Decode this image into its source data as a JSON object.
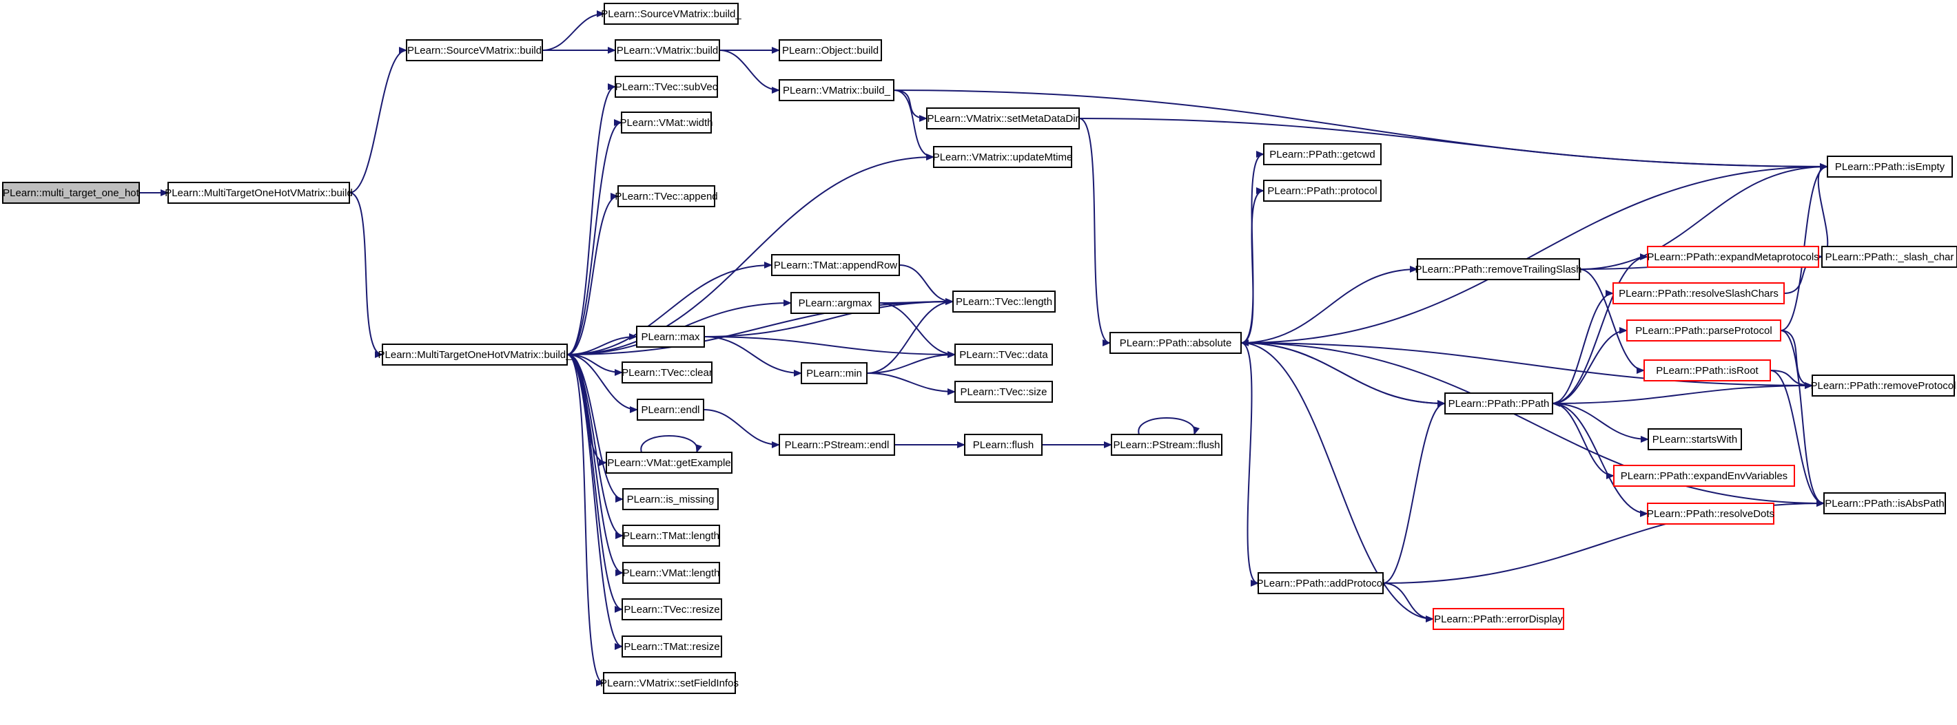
{
  "colors": {
    "edge": "#191970",
    "node_border": "#000000",
    "node_border_truncated": "#ff0000",
    "root_fill": "#bfbfbf",
    "node_fill": "#ffffff"
  },
  "nodes": {
    "multi_target_one_hot": {
      "label": "PLearn::multi_target_one_hot",
      "root": true
    },
    "mtoh_build": {
      "label": "PLearn::MultiTargetOneHotVMatrix::build"
    },
    "mtoh_build_": {
      "label": "PLearn::MultiTargetOneHotVMatrix::build_"
    },
    "source_build": {
      "label": "PLearn::SourceVMatrix::build"
    },
    "source_build_": {
      "label": "PLearn::SourceVMatrix::build_"
    },
    "vmatrix_build": {
      "label": "PLearn::VMatrix::build"
    },
    "object_build": {
      "label": "PLearn::Object::build"
    },
    "vmatrix_build_": {
      "label": "PLearn::VMatrix::build_"
    },
    "set_meta_data_dir": {
      "label": "PLearn::VMatrix::setMetaDataDir"
    },
    "update_mtime": {
      "label": "PLearn::VMatrix::updateMtime"
    },
    "tvec_subvec": {
      "label": "PLearn::TVec::subVec"
    },
    "vmat_width": {
      "label": "PLearn::VMat::width"
    },
    "tvec_append": {
      "label": "PLearn::TVec::append"
    },
    "tmat_append_row": {
      "label": "PLearn::TMat::appendRow"
    },
    "argmax": {
      "label": "PLearn::argmax"
    },
    "tvec_length": {
      "label": "PLearn::TVec::length"
    },
    "max": {
      "label": "PLearn::max"
    },
    "min": {
      "label": "PLearn::min"
    },
    "tvec_data": {
      "label": "PLearn::TVec::data"
    },
    "tvec_clear": {
      "label": "PLearn::TVec::clear"
    },
    "tvec_size": {
      "label": "PLearn::TVec::size"
    },
    "endl": {
      "label": "PLearn::endl"
    },
    "pstream_endl": {
      "label": "PLearn::PStream::endl"
    },
    "flush": {
      "label": "PLearn::flush"
    },
    "pstream_flush": {
      "label": "PLearn::PStream::flush"
    },
    "vmat_get_example": {
      "label": "PLearn::VMat::getExample"
    },
    "is_missing": {
      "label": "PLearn::is_missing"
    },
    "tmat_length": {
      "label": "PLearn::TMat::length"
    },
    "vmat_length": {
      "label": "PLearn::VMat::length"
    },
    "tvec_resize": {
      "label": "PLearn::TVec::resize"
    },
    "tmat_resize": {
      "label": "PLearn::TMat::resize"
    },
    "set_field_infos": {
      "label": "PLearn::VMatrix::setFieldInfos"
    },
    "getcwd": {
      "label": "PLearn::PPath::getcwd"
    },
    "protocol": {
      "label": "PLearn::PPath::protocol"
    },
    "absolute": {
      "label": "PLearn::PPath::absolute"
    },
    "remove_trailing_slash": {
      "label": "PLearn::PPath::removeTrailingSlash"
    },
    "ppath_ctor": {
      "label": "PLearn::PPath::PPath"
    },
    "add_protocol": {
      "label": "PLearn::PPath::addProtocol"
    },
    "error_display": {
      "label": "PLearn::PPath::errorDisplay",
      "truncated": true
    },
    "expand_metaprotocols": {
      "label": "PLearn::PPath::expandMetaprotocols",
      "truncated": true
    },
    "resolve_slash_chars": {
      "label": "PLearn::PPath::resolveSlashChars",
      "truncated": true
    },
    "parse_protocol": {
      "label": "PLearn::PPath::parseProtocol",
      "truncated": true
    },
    "is_root": {
      "label": "PLearn::PPath::isRoot",
      "truncated": true
    },
    "starts_with": {
      "label": "PLearn::startsWith"
    },
    "expand_env_variables": {
      "label": "PLearn::PPath::expandEnvVariables",
      "truncated": true
    },
    "resolve_dots": {
      "label": "PLearn::PPath::resolveDots",
      "truncated": true
    },
    "is_empty": {
      "label": "PLearn::PPath::isEmpty"
    },
    "slash_char": {
      "label": "PLearn::PPath::_slash_char"
    },
    "remove_protocol": {
      "label": "PLearn::PPath::removeProtocol"
    },
    "is_abs_path": {
      "label": "PLearn::PPath::isAbsPath"
    }
  },
  "edges": [
    [
      "multi_target_one_hot",
      "mtoh_build"
    ],
    [
      "mtoh_build",
      "source_build"
    ],
    [
      "mtoh_build",
      "mtoh_build_"
    ],
    [
      "source_build",
      "source_build_"
    ],
    [
      "source_build",
      "vmatrix_build"
    ],
    [
      "vmatrix_build",
      "object_build"
    ],
    [
      "vmatrix_build",
      "vmatrix_build_"
    ],
    [
      "vmatrix_build_",
      "set_meta_data_dir"
    ],
    [
      "vmatrix_build_",
      "update_mtime"
    ],
    [
      "vmatrix_build_",
      "is_empty"
    ],
    [
      "set_meta_data_dir",
      "is_empty"
    ],
    [
      "set_meta_data_dir",
      "absolute"
    ],
    [
      "mtoh_build_",
      "tvec_subvec"
    ],
    [
      "mtoh_build_",
      "vmat_width"
    ],
    [
      "mtoh_build_",
      "update_mtime"
    ],
    [
      "mtoh_build_",
      "tvec_append"
    ],
    [
      "mtoh_build_",
      "tmat_append_row"
    ],
    [
      "mtoh_build_",
      "tvec_length"
    ],
    [
      "mtoh_build_",
      "argmax"
    ],
    [
      "mtoh_build_",
      "max"
    ],
    [
      "mtoh_build_",
      "tvec_clear"
    ],
    [
      "mtoh_build_",
      "endl"
    ],
    [
      "mtoh_build_",
      "vmat_get_example"
    ],
    [
      "mtoh_build_",
      "is_missing"
    ],
    [
      "mtoh_build_",
      "tmat_length"
    ],
    [
      "mtoh_build_",
      "vmat_length"
    ],
    [
      "mtoh_build_",
      "tvec_resize"
    ],
    [
      "mtoh_build_",
      "tmat_resize"
    ],
    [
      "mtoh_build_",
      "set_field_infos"
    ],
    [
      "tmat_append_row",
      "tvec_length"
    ],
    [
      "argmax",
      "tvec_length"
    ],
    [
      "argmax",
      "tvec_data"
    ],
    [
      "max",
      "tvec_length"
    ],
    [
      "max",
      "min"
    ],
    [
      "max",
      "tvec_data"
    ],
    [
      "min",
      "tvec_length"
    ],
    [
      "min",
      "tvec_data"
    ],
    [
      "min",
      "tvec_size"
    ],
    [
      "endl",
      "pstream_endl"
    ],
    [
      "pstream_endl",
      "flush"
    ],
    [
      "flush",
      "pstream_flush"
    ],
    [
      "absolute",
      "getcwd"
    ],
    [
      "absolute",
      "protocol"
    ],
    [
      "absolute",
      "is_empty"
    ],
    [
      "absolute",
      "remove_trailing_slash"
    ],
    [
      "absolute",
      "ppath_ctor"
    ],
    [
      "absolute",
      "remove_protocol"
    ],
    [
      "absolute",
      "add_protocol"
    ],
    [
      "absolute",
      "error_display"
    ],
    [
      "absolute",
      "is_abs_path"
    ],
    [
      "remove_trailing_slash",
      "is_empty"
    ],
    [
      "remove_trailing_slash",
      "slash_char"
    ],
    [
      "remove_trailing_slash",
      "is_root"
    ],
    [
      "ppath_ctor",
      "expand_metaprotocols"
    ],
    [
      "ppath_ctor",
      "resolve_slash_chars"
    ],
    [
      "ppath_ctor",
      "parse_protocol"
    ],
    [
      "ppath_ctor",
      "starts_with"
    ],
    [
      "ppath_ctor",
      "expand_env_variables"
    ],
    [
      "ppath_ctor",
      "resolve_dots"
    ],
    [
      "ppath_ctor",
      "absolute"
    ],
    [
      "expand_metaprotocols",
      "is_empty"
    ],
    [
      "resolve_slash_chars",
      "slash_char"
    ],
    [
      "parse_protocol",
      "is_empty"
    ],
    [
      "parse_protocol",
      "remove_protocol"
    ],
    [
      "parse_protocol",
      "is_abs_path"
    ],
    [
      "is_root",
      "remove_protocol"
    ],
    [
      "is_root",
      "is_abs_path"
    ],
    [
      "remove_protocol",
      "ppath_ctor"
    ],
    [
      "add_protocol",
      "ppath_ctor"
    ],
    [
      "add_protocol",
      "is_abs_path"
    ],
    [
      "add_protocol",
      "error_display"
    ]
  ],
  "self_loops": [
    "vmat_get_example",
    "pstream_flush"
  ]
}
